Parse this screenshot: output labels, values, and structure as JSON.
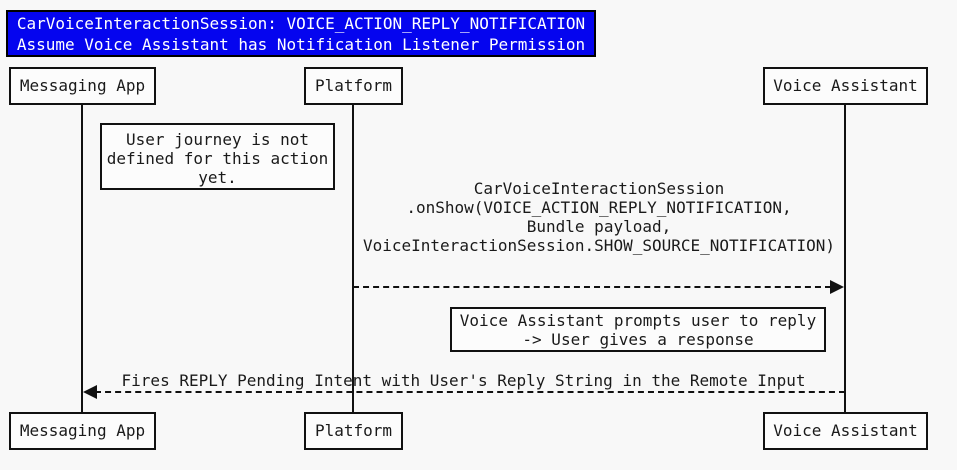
{
  "diagram": {
    "title": {
      "lines": [
        "CarVoiceInteractionSession: VOICE_ACTION_REPLY_NOTIFICATION",
        "Assume Voice Assistant has Notification Listener Permission"
      ]
    },
    "actors": [
      {
        "label": "Messaging App"
      },
      {
        "label": "Platform"
      },
      {
        "label": "Voice Assistant"
      }
    ],
    "notes": [
      {
        "lines": [
          "User journey is not",
          "defined for this action",
          "yet."
        ]
      },
      {
        "lines": [
          "Voice Assistant prompts user to reply",
          "-> User gives a response"
        ]
      }
    ],
    "messages": [
      {
        "from": "Platform",
        "to": "Voice Assistant",
        "direction": "right",
        "line_style": "dashed",
        "lines": [
          "CarVoiceInteractionSession",
          ".onShow(VOICE_ACTION_REPLY_NOTIFICATION,",
          "Bundle payload,",
          "VoiceInteractionSession.SHOW_SOURCE_NOTIFICATION)"
        ]
      },
      {
        "from": "Voice Assistant",
        "to": "Messaging App",
        "direction": "left",
        "line_style": "dashed",
        "lines": [
          "Fires REPLY Pending Intent with User's Reply String in the Remote Input"
        ]
      }
    ],
    "colors": {
      "canvas_bg": "#f8f8f8",
      "title_bg": "#0505ef",
      "title_text": "#ffffff",
      "line": "#111111",
      "box_bg": "#fcfcfc",
      "text": "#1a1a1a"
    }
  }
}
